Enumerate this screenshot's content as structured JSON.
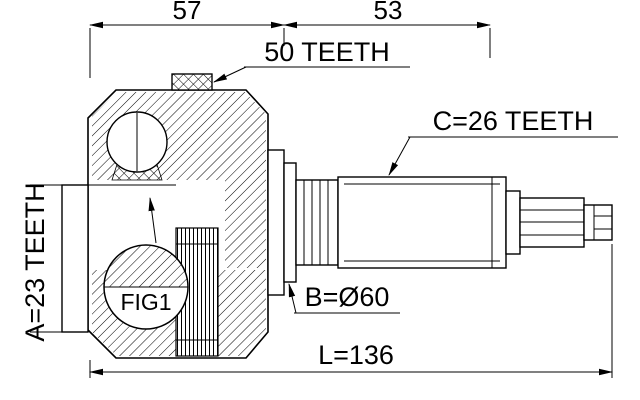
{
  "drawing": {
    "title": "CV joint outer technical drawing",
    "dimensions": {
      "top_left": "57",
      "top_right": "53",
      "overall_length": "L=136"
    },
    "labels": {
      "ring_teeth": "50 TEETH",
      "outer_spline_teeth": "C=26 TEETH",
      "inner_spline_teeth": "A=23 TEETH",
      "shaft_diameter": "B=Ø60",
      "figure_ref": "FIG1"
    },
    "colors": {
      "line": "#000000",
      "background": "#ffffff"
    }
  }
}
